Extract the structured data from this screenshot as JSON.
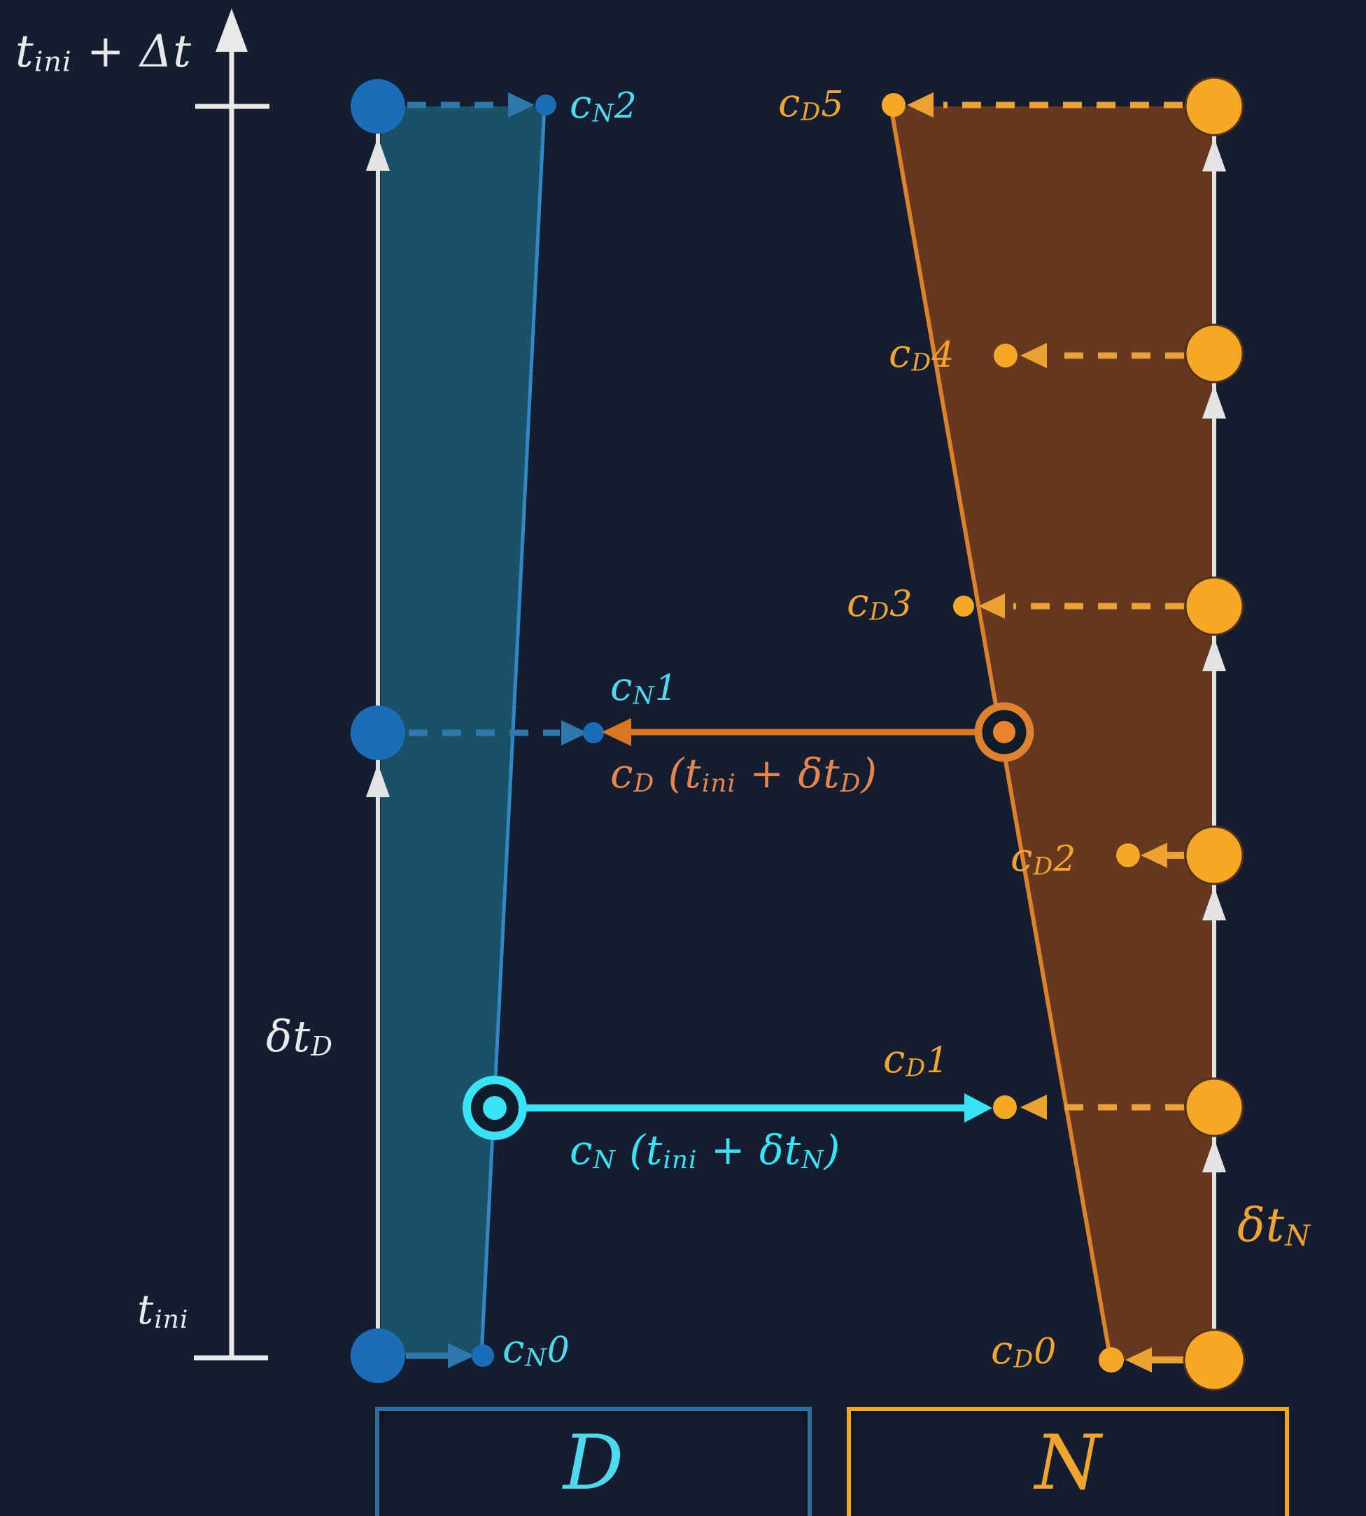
{
  "colors": {
    "background": "#141e30",
    "axis_white": "#e9e9e9",
    "blue_dot": "#1a6db6",
    "blue_dashed_arrow": "#2e78ab",
    "blue_region_fill": "#1a566c",
    "blue_region_edge": "#3387c6",
    "cyan_label_text": "#4fd9ed",
    "cyan_bright_arrow": "#38e3f5",
    "orange_dot": "#f5a826",
    "orange_dashed_arrow": "#eca233",
    "orange_region_fill": "#6b3a20",
    "orange_region_edge": "#dd812a",
    "orange_long_arrow": "#d97723",
    "gold_label_text": "#f1a42f",
    "salmon_label_text": "#e8854e",
    "box_blue_border": "#2e6f9e",
    "box_orange_border": "#efa62f"
  },
  "axis": {
    "top": {
      "base": "t",
      "sub": "ini",
      "rest": " + Δt"
    },
    "bottom": {
      "base": "t",
      "sub": "ini"
    }
  },
  "intervals": {
    "left": {
      "base": "δt",
      "sub": "D"
    },
    "right": {
      "base": "δt",
      "sub": "N"
    }
  },
  "labels": {
    "cN2": {
      "base": "c",
      "sub": "N",
      "idx": "2"
    },
    "cN1": {
      "base": "c",
      "sub": "N",
      "idx": "1"
    },
    "cN0": {
      "base": "c",
      "sub": "N",
      "idx": "0"
    },
    "cD5": {
      "base": "c",
      "sub": "D",
      "idx": "5"
    },
    "cD4": {
      "base": "c",
      "sub": "D",
      "idx": "4"
    },
    "cD3": {
      "base": "c",
      "sub": "D",
      "idx": "3"
    },
    "cD2": {
      "base": "c",
      "sub": "D",
      "idx": "2"
    },
    "cD1": {
      "base": "c",
      "sub": "D",
      "idx": "1"
    },
    "cD0": {
      "base": "c",
      "sub": "D",
      "idx": "0"
    },
    "evalD": {
      "b1": "c",
      "s1": "D",
      "m1": " (",
      "b2": "t",
      "s2": "ini",
      "m2": " + δt",
      "s3": "D",
      "m3": ")"
    },
    "evalN": {
      "b1": "c",
      "s1": "N",
      "m1": " (",
      "b2": "t",
      "s2": "ini",
      "m2": " + δt",
      "s3": "N",
      "m3": ")"
    }
  },
  "boxes": {
    "left": "D",
    "right": "N"
  }
}
